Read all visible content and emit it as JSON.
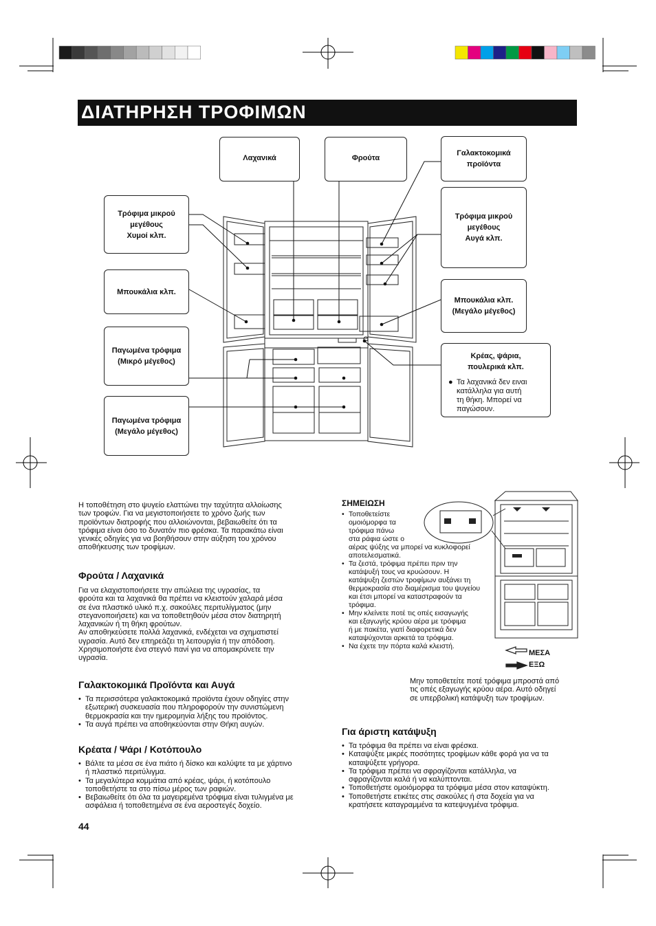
{
  "title": "ΔΙΑΤΗΡΗΣΗ ΤΡΟΦΙΜΩΝ",
  "page_number": "44",
  "colors": {
    "gray_bar": [
      "#1a1a1a",
      "#3a3a3a",
      "#555555",
      "#6e6e6e",
      "#888888",
      "#a2a2a2",
      "#bbbbbb",
      "#d0d0d0",
      "#e2e2e2",
      "#f2f2f2",
      "#ffffff"
    ],
    "color_bar": [
      "#f5e600",
      "#e4007f",
      "#00a0e9",
      "#1d2088",
      "#009944",
      "#e60012",
      "#111111",
      "#f7b5c8",
      "#7ecef4",
      "#bfbfbf",
      "#8c8c8c"
    ]
  },
  "diagram": {
    "vegetables": "Λαχανικά",
    "fruits": "Φρούτα",
    "dairy": "Γαλακτοκομικά προϊόντα",
    "small_left_l1": "Τρόφιμα μικρού",
    "small_left_l2": "μεγέθους",
    "small_left_l3": "Χυμοί κλπ.",
    "small_right_l1": "Τρόφιμα μικρού",
    "small_right_l2": "μεγέθους",
    "small_right_l3": "Αυγά κλπ.",
    "bottles_left": "Μπουκάλια κλπ.",
    "bottles_right_l1": "Μπουκάλια κλπ.",
    "bottles_right_l2": "(Μεγάλο μέγεθος)",
    "frozen_small_l1": "Παγωμένα τρόφιμα",
    "frozen_small_l2": "(Μικρό μέγεθος)",
    "frozen_large_l1": "Παγωμένα τρόφιμα",
    "frozen_large_l2": "(Μεγάλο μέγεθος)",
    "meat_l1": "Κρέας, ψάρια,",
    "meat_l2": "πουλερικά κλπ.",
    "meat_note_l1": "Τα λαχανικά δεν ειναι",
    "meat_note_l2": "κατάλληλα για αυτή",
    "meat_note_l3": "τη θήκη. Μπορεί να",
    "meat_note_l4": "παγώσουν."
  },
  "intro_lines": [
    "Η τοποθέτηση στο ψυγείο ελαττώνει την ταχύτητα αλλοίωσης",
    "των τροφών. Για να μεγιστοποιήσετε το χρόνο ζωής των",
    "προϊόντων διατροφής που αλλοιώνονται, βεβαιωθείτε ότι τα",
    "τρόφιμα είναι όσο το δυνατόν πιο φρέσκα. Τα παρακάτω είναι",
    "γενικές οδηγίες για να βοηθήσουν στην αύξηση του χρόνου",
    "αποθήκευσης των τροφίμων."
  ],
  "fruits_section": {
    "heading": "Φρούτα / Λαχανικά",
    "lines": [
      "Για να ελαχιστοποιήσετε την απώλεια της υγρασίας, τα",
      "φρούτα και τα λαχανικά θα πρέπει να κλειστούν χαλαρά μέσα",
      "σε ένα πλαστικό υλικό π.χ. σακούλες περιτυλίγματος (μην",
      "στεγανοποιήσετε) και να τοποθετηθούν μέσα στον διατηρητή",
      "λαχανικών ή τη θήκη φρούτων.",
      "Αν αποθηκεύσετε πολλά λαχανικά, ενδέχεται να σχηματιστεί",
      "υγρασία. Αυτό δεν επηρεάζει τη λειτουργία ή την απόδοση.",
      "Χρησιμοποιήστε ένα στεγνό πανί για να απομακρύνετε την",
      "υγρασία."
    ]
  },
  "dairy_section": {
    "heading": "Γαλακτοκομικά Προϊόντα και Αυγά",
    "items": [
      [
        "Τα περισσότερα γαλακτοκομικά προϊόντα έχουν οδηγίες στην",
        "εξωτερική συσκευασία που πληροφορούν την συνιστώμενη",
        "θερμοκρασία και την ημερομηνία λήξης του προϊόντος."
      ],
      [
        "Τα αυγά πρέπει να αποθηκεύονται στην Θήκη αυγών."
      ]
    ]
  },
  "meat_section": {
    "heading": "Κρέατα / Ψάρι / Κοτόπουλο",
    "items": [
      [
        "Βάλτε τα μέσα σε ένα πιάτο ή δίσκο και καλύψτε τα με χάρτινο",
        "ή πλαστικό περιτύλιγμα."
      ],
      [
        "Τα μεγαλύτερα κομμάτια από κρέας, ψάρι, ή κοτόπουλο",
        "τοποθετήστε τα στο πίσω μέρος των ραφιών."
      ],
      [
        "Βεβαιωθείτε ότι όλα τα μαγειρεμένα τρόφιμα είναι τυλιγμένα με",
        "ασφάλεια ή τοποθετημένα σε ένα αεροστεγές δοχείο."
      ]
    ]
  },
  "note_section": {
    "heading": "ΣΗΜΕΙΩΣΗ",
    "items": [
      [
        "Τοποθετείστε",
        "ομοιόμορφα τα",
        "τρόφιμα πάνω",
        "στα ράφια ώστε ο",
        "αέρας ψύξης να μπορεί να κυκλοφορεί",
        "αποτελεσματικά."
      ],
      [
        "Τα ζεστά, τρόφιμα πρέπει πριν την",
        "κατάψυξή τους να κρυώσουν. Η",
        "κατάψυξη ζεστών τροφίμων αυξάνει τη",
        "θερμοκρασία στο διαμέρισμα του ψυγείου",
        "και έτσι μπορεί να καταστραφούν τα",
        "τρόφιμα."
      ],
      [
        "Μην κλείνετε ποτέ τις οπές εισαγωγής",
        "και εξαγωγής κρύου αέρα με τρόφιμα",
        "ή με πακέτα, γιατί διαφορετικά δεν",
        "καταψύχονται αρκετά τα τρόφιμα."
      ],
      [
        "Να έχετε την πόρτα καλά κλειστή."
      ]
    ]
  },
  "airflow": {
    "in_label": "ΜΕΣΑ",
    "out_label": "ΕΞΩ",
    "caption_lines": [
      "Μην τοποθετείτε ποτέ τρόφιμα μπροστά από",
      "τις οπές εξαγωγής κρύου αέρα. Αυτό οδηγεί",
      "σε υπερβολική κατάψυξη των τροφίμων."
    ]
  },
  "freezing_section": {
    "heading": "Για άριστη κατάψυξη",
    "items": [
      [
        "Τα τρόφιμα θα πρέπει να είναι φρέσκα."
      ],
      [
        "Καταψύξτε μικρές ποσότητες τροφίμων κάθε φορά για να τα",
        "καταψύξετε γρήγορα."
      ],
      [
        "Τα τρόφιμα πρέπει να σφραγίζονται κατάλληλα, να",
        "σφραγίζονται καλά ή να καλύπτονται."
      ],
      [
        "Τοποθετήστε ομοιόμορφα τα τρόφιμα μέσα στον καταψύκτη."
      ],
      [
        "Τοποθετήστε ετικέτες στις σακούλες ή στα δοχεία για να",
        "κρατήσετε καταγραμμένα τα κατεψυγμένα τρόφιμα."
      ]
    ]
  }
}
